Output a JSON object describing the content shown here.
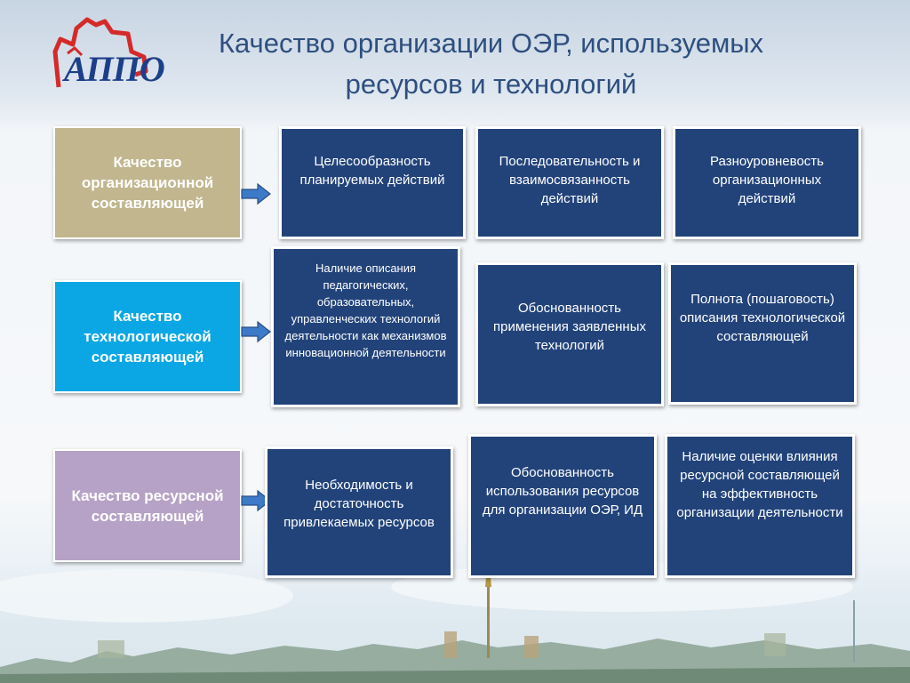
{
  "title": {
    "line1": "Качество организации ОЭР, используемых",
    "line2": "ресурсов и технологий"
  },
  "logo": {
    "text": "АППО",
    "icon": "map-outline-icon",
    "colors": {
      "outline": "#d42a2a",
      "text": "#1d3f8a"
    }
  },
  "colors": {
    "item_box": "#22437a",
    "org_category": "#c1b68e",
    "tech_category": "#0aa7e4",
    "res_category": "#b6a2c6",
    "arrow": "#3d7ac8"
  },
  "rows": [
    {
      "category": "Качество организационной составляющей",
      "items": [
        "Целесообразность планируемых действий",
        "Последовательность и взаимосвязанность действий",
        "Разноуровневость организационных действий"
      ]
    },
    {
      "category": "Качество технологической составляющей",
      "items": [
        "Наличие описания педагогических, образовательных, управленческих технологий деятельности как механизмов инновационной деятельности",
        "Обоснованность применения заявленных технологий",
        "Полнота (пошаговость) описания технологической составляющей"
      ]
    },
    {
      "category": "Качество ресурсной составляющей",
      "items": [
        "Необходимость и достаточность привлекаемых ресурсов",
        "Обоснованность использования ресурсов для организации ОЭР, ИД",
        "Наличие оценки влияния ресурсной составляющей на эффективность организации деятельности"
      ]
    }
  ]
}
